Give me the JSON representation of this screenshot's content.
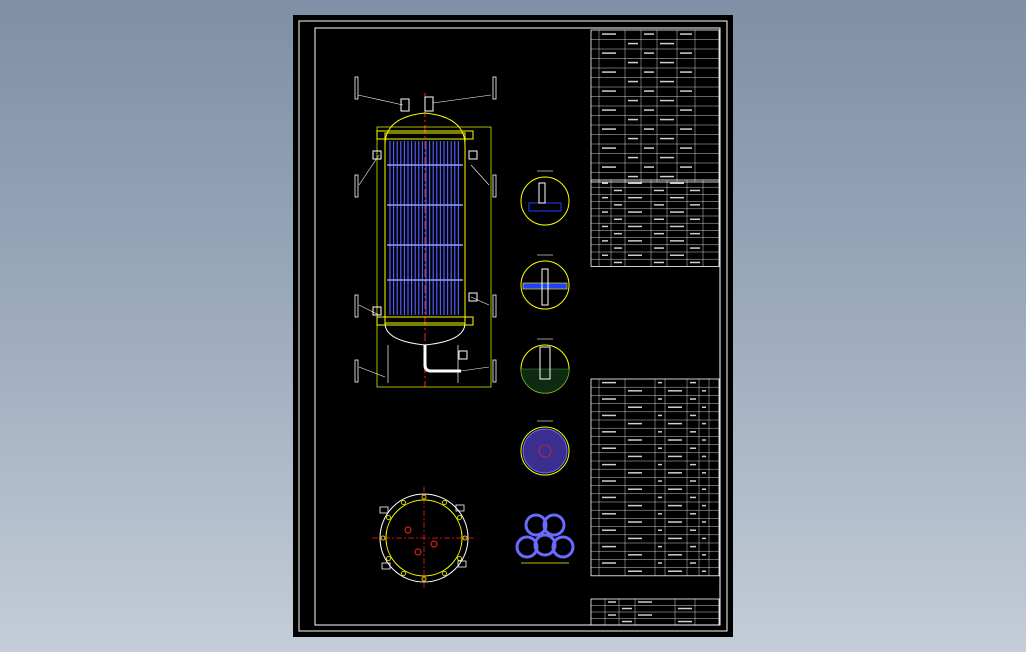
{
  "colors": {
    "background_top": "#7f8fa6",
    "background_bottom": "#c4cdd8",
    "sheet": "#000000",
    "frame": "#ffffff",
    "outline": "#ffff00",
    "tubes": "#4f5cff",
    "centerline": "#ff2020",
    "hatch": "#2040ff",
    "detail_circle": "#ffff00",
    "nozzle": "#ffffff",
    "tube_pattern": "#6a6aff"
  },
  "drawing": {
    "shell_type": "vertical shell-and-tube heat exchanger",
    "details": [
      "flange-detail",
      "bolt-detail",
      "nozzle-detail",
      "tubesheet-pattern-detail",
      "tube-arrangement-detail"
    ]
  }
}
